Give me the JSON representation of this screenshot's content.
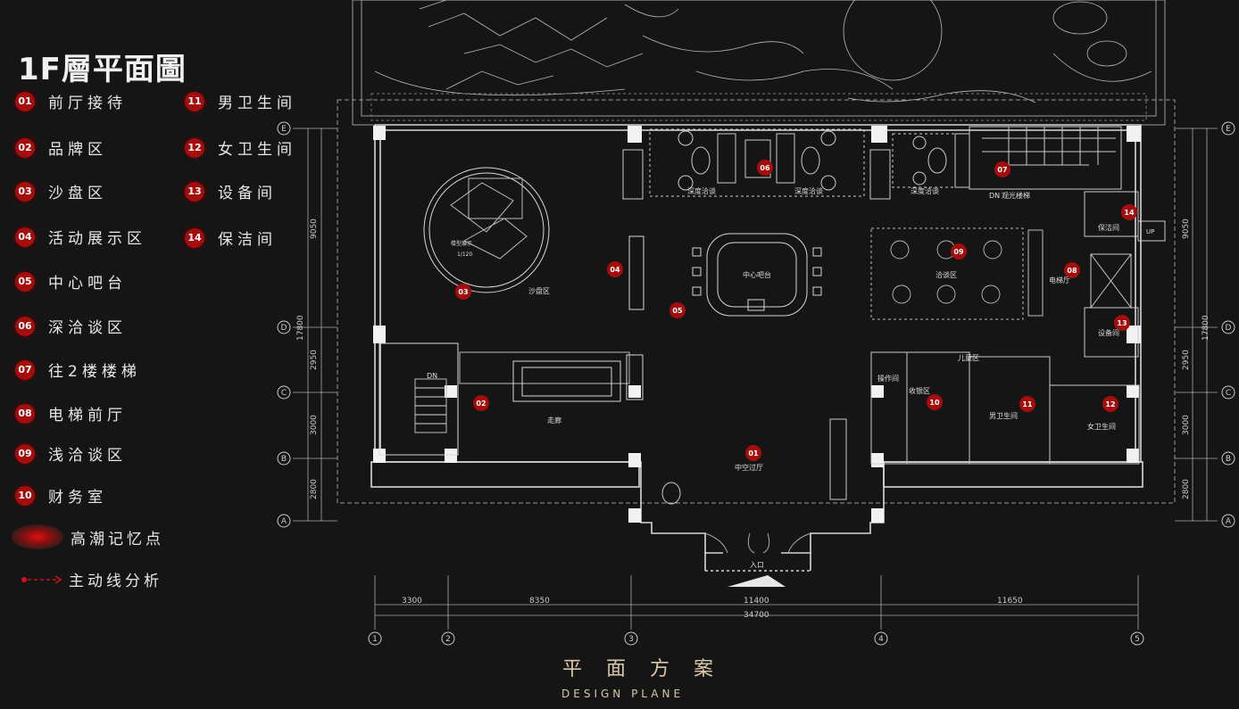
{
  "title": "1F層平面圖",
  "legend": [
    {
      "num": "01",
      "label": "前厅接待"
    },
    {
      "num": "02",
      "label": "品牌区"
    },
    {
      "num": "03",
      "label": "沙盘区"
    },
    {
      "num": "04",
      "label": "活动展示区"
    },
    {
      "num": "05",
      "label": "中心吧台"
    },
    {
      "num": "06",
      "label": "深洽谈区"
    },
    {
      "num": "07",
      "label": "往2楼楼梯"
    },
    {
      "num": "08",
      "label": "电梯前厅"
    },
    {
      "num": "09",
      "label": "浅洽谈区"
    },
    {
      "num": "10",
      "label": "财务室"
    },
    {
      "num": "11",
      "label": "男卫生间"
    },
    {
      "num": "12",
      "label": "女卫生间"
    },
    {
      "num": "13",
      "label": "设备间"
    },
    {
      "num": "14",
      "label": "保洁间"
    }
  ],
  "legend_extra": {
    "highlight_label": "高潮记忆点",
    "flow_label": "主动线分析"
  },
  "plan": {
    "rooms": {
      "deep_talk_1": "深度洽谈",
      "deep_talk_2": "深度洽谈",
      "deep_talk_3": "深度洽谈",
      "sightseeing_stair": "观光楼梯",
      "dn_1": "DN",
      "dn_2": "DN",
      "sand_table_area": "沙盘区",
      "model_caption": "楼型展示",
      "model_scale": "1/120",
      "center_bar": "中心吧台",
      "talk_area": "洽谈区",
      "cleaning_room": "保洁间",
      "up": "UP",
      "elevator_hall": "电梯厅",
      "equipment_room": "设备间",
      "kids_area": "儿童区",
      "operation_room": "操作间",
      "cashier": "收银区",
      "mens_wc": "男卫生间",
      "womens_wc": "女卫生间",
      "corridor": "走廊",
      "atrium": "中空过厅",
      "entrance": "入口"
    },
    "markers": [
      "01",
      "02",
      "03",
      "04",
      "05",
      "06",
      "07",
      "08",
      "09",
      "10",
      "11",
      "12",
      "13",
      "14"
    ],
    "grid_rows": [
      "E",
      "D",
      "C",
      "B",
      "A"
    ],
    "grid_cols": [
      "1",
      "2",
      "3",
      "4",
      "5"
    ],
    "dims_bottom": [
      "3300",
      "8350",
      "11400",
      "11650"
    ],
    "dim_total": "34700",
    "dims_side": [
      "9050",
      "17800",
      "2950",
      "3000",
      "2800"
    ]
  },
  "subtitle": "平 面 方 案",
  "subtitle_en": "DESIGN PLANE",
  "colors": {
    "accent": "#a50d0d",
    "background": "#151515",
    "line": "#d8d8d8",
    "gold": "#d8c8a8"
  }
}
